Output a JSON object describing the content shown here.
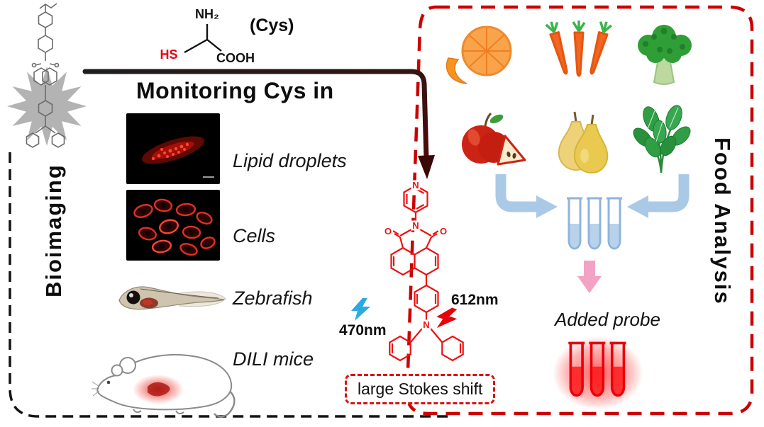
{
  "labels": {
    "monitoring_title": "Monitoring Cys in",
    "cys_tag": "(Cys)",
    "bioimaging": "Bioimaging",
    "food_analysis": "Food Analysis",
    "added_probe": "Added probe",
    "stokes": "large Stokes shift",
    "excitation": "470nm",
    "emission": "612nm"
  },
  "cys_structure": {
    "amine": "NH₂",
    "thiol": "HS",
    "acid": "COOH"
  },
  "bioimaging_items": [
    {
      "label": "Lipid droplets"
    },
    {
      "label": "Cells"
    },
    {
      "label": "Zebrafish"
    },
    {
      "label": "DILI mice"
    }
  ],
  "probe_structure_atoms": {
    "pyridine_n": "N",
    "imide_n": "N",
    "o_left": "O",
    "o_right": "O",
    "amine_n": "N"
  },
  "food_items": [
    "peeled orange",
    "carrots",
    "broccoli",
    "apple",
    "pears",
    "mint leaves"
  ],
  "colors": {
    "probe_red": "#e8000b",
    "excitation_blue": "#29abe2",
    "flow_arrow_blue": "#aac9e6",
    "probe_arrow_pink": "#f2a2c4",
    "border_red": "#cc0000",
    "border_black": "#141414",
    "fluorescence_red": "#ff2a1e"
  }
}
